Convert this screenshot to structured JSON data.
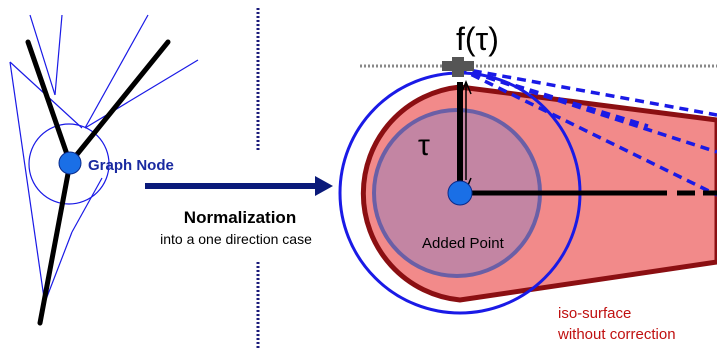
{
  "labels": {
    "graph_node": "Graph Node",
    "normalization_title": "Normalization",
    "normalization_subtitle": "into a one direction case",
    "f_tau": "f(τ)",
    "tau": "τ",
    "added_point": "Added Point",
    "iso_surface_line1": "iso-surface",
    "iso_surface_line2": "without correction"
  },
  "colors": {
    "blue_line": "#1a1ae6",
    "node_fill": "#1a6fe6",
    "arrow": "#0a1a7a",
    "iso_surface_fill": "#f28a8a",
    "iso_surface_stroke": "#8b0f12",
    "inner_circle": "#7a6fb3",
    "iso_label": "#c01010"
  }
}
